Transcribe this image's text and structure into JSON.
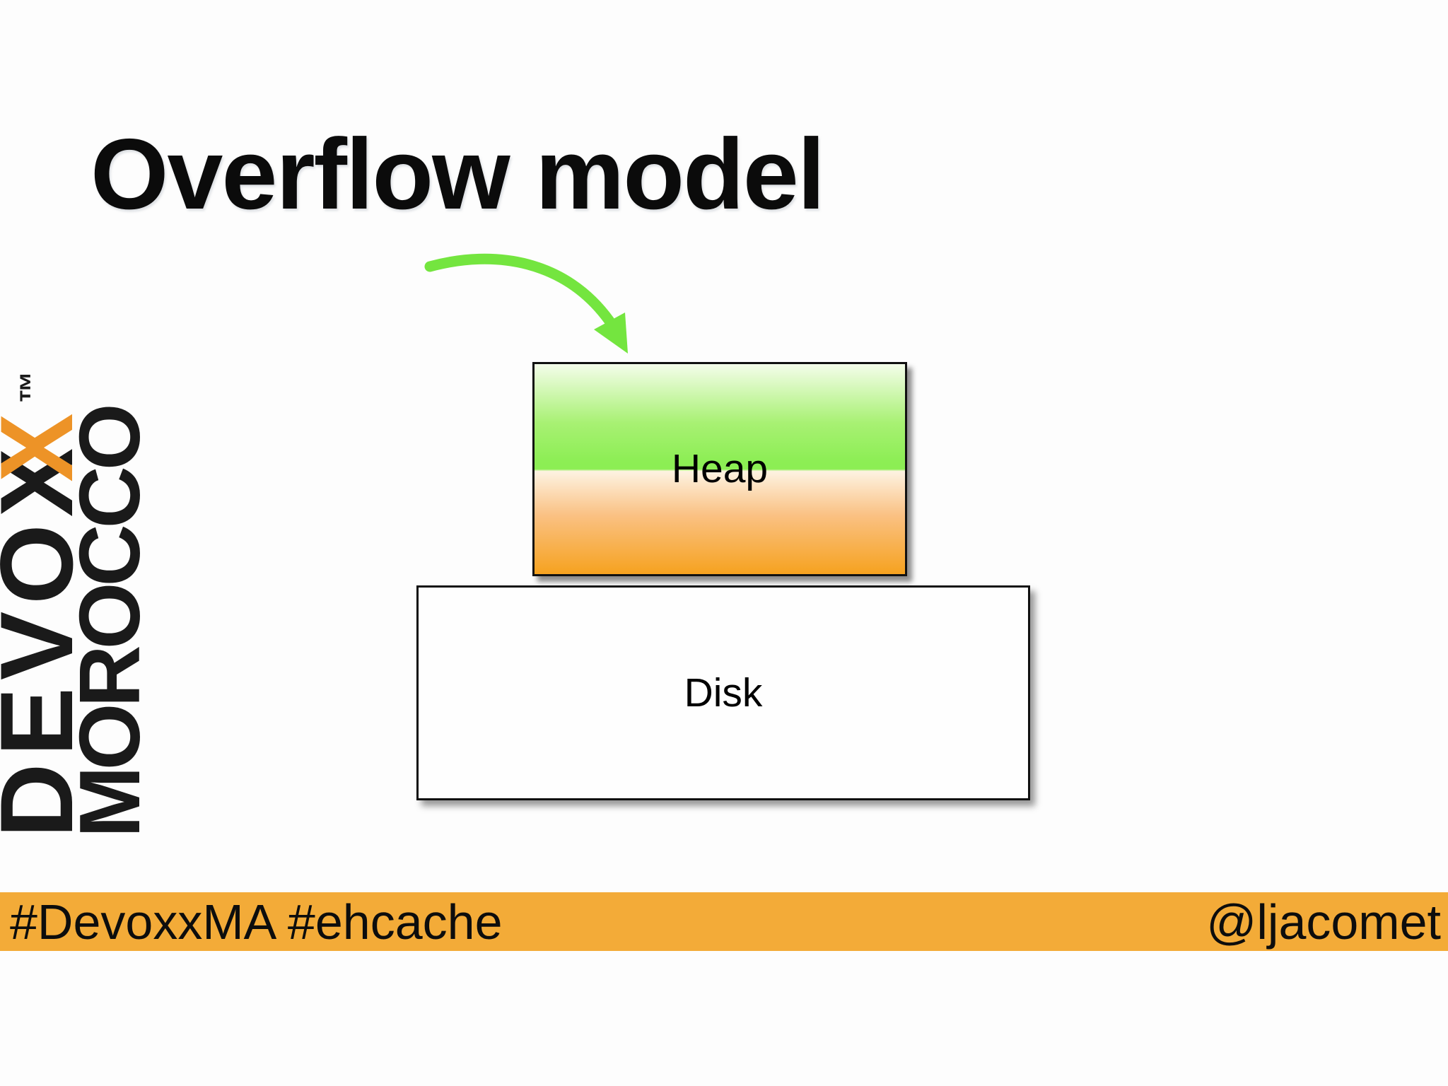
{
  "slide": {
    "title": "Overflow model"
  },
  "logo": {
    "brand_line1_prefix": "DEVO",
    "brand_line1_x_black": "X",
    "brand_line1_x_orange": "X",
    "brand_trademark": "™",
    "brand_line2": "MOROCCO"
  },
  "diagram": {
    "heap_label": "Heap",
    "disk_label": "Disk"
  },
  "footer": {
    "left_hashtags": "#DevoxxMA #ehcache",
    "right_handle": "@ljacomet"
  },
  "colors": {
    "footer_orange": "#F3AB38",
    "logo_orange": "#ED9327",
    "arrow_green": "#74E53F",
    "heap_green_strong": "#8DEE55",
    "heap_orange_strong": "#F6A21F",
    "box_border": "#111111"
  }
}
